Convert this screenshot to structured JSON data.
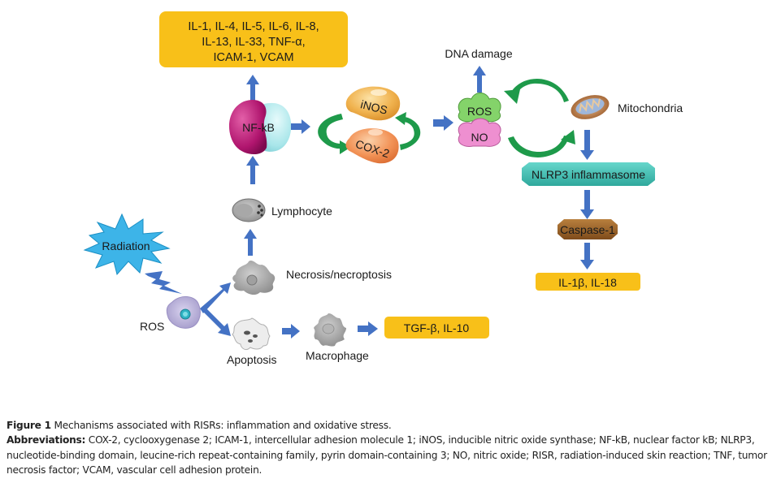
{
  "diagram": {
    "cytokine_box_top": {
      "lines": [
        "IL-1, IL-4, IL-5, IL-6, IL-8,",
        "IL-13, IL-33, TNF-α,",
        "ICAM-1, VCAM"
      ]
    },
    "nfkb": "NF-kB",
    "inos": "iNOS",
    "cox2": "COX-2",
    "dna_damage": "DNA damage",
    "ros_bubble": "ROS",
    "no_bubble": "NO",
    "mitochondria": "Mitochondria",
    "nlrp3": "NLRP3 inflammasome",
    "caspase": "Caspase-1",
    "il1b_box": "IL-1β, IL-18",
    "lymphocyte": "Lymphocyte",
    "radiation": "Radiation",
    "necrosis": "Necrosis/necroptosis",
    "ros_cell": "ROS",
    "apoptosis": "Apoptosis",
    "macrophage": "Macrophage",
    "tgf_box": "TGF-β, IL-10",
    "colors": {
      "yellow_box": "#F8C019",
      "blue_arrow": "#4472C4",
      "green_arrow": "#1E9A4A",
      "teal": "#3FBFB3",
      "caspase_brown": "#9A6228",
      "radiation_blue": "#3DB4E8"
    }
  },
  "caption": {
    "figure_label": "Figure 1",
    "figure_text": " Mechanisms associated with RISRs: inflammation and oxidative stress.",
    "abbrev_label": "Abbreviations:",
    "abbrev_text": " COX-2, cyclooxygenase 2; ICAM-1, intercellular adhesion molecule 1; iNOS, inducible nitric oxide synthase; NF-kB, nuclear factor kB; NLRP3, nucleotide-binding domain, leucine-rich repeat-containing family, pyrin domain-containing 3; NO, nitric oxide; RISR, radiation-induced skin reaction; TNF, tumor necrosis factor; VCAM, vascular cell adhesion protein."
  }
}
